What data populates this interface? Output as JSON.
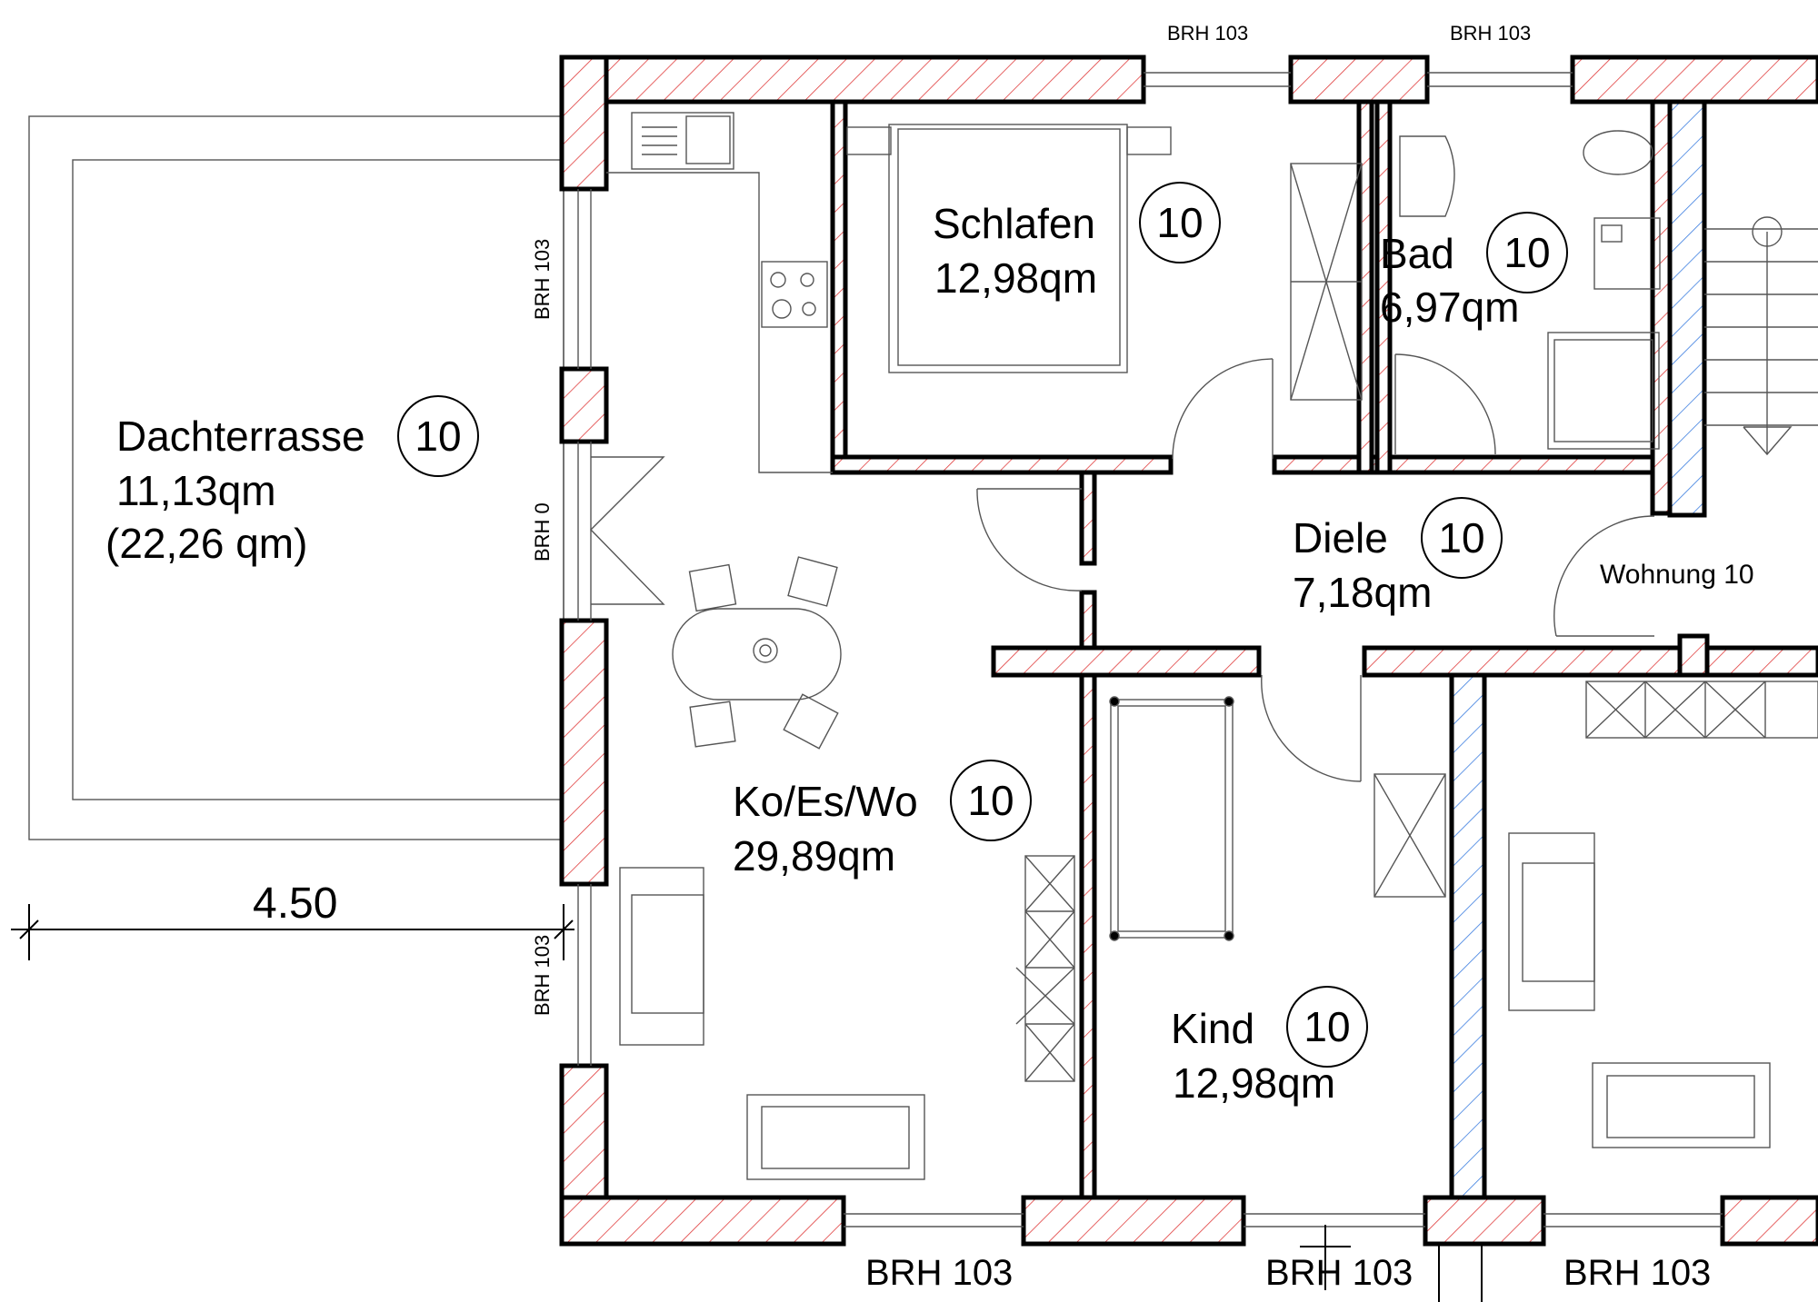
{
  "dimension": {
    "label": "4.50"
  },
  "brh_labels": {
    "top_left": "BRH 103",
    "top_right": "BRH 103",
    "left_upper": "BRH 103",
    "left_door": "BRH 0",
    "left_lower": "BRH 103",
    "bottom_left": "BRH 103",
    "bottom_mid": "BRH 103",
    "bottom_right": "BRH 103"
  },
  "rooms": [
    {
      "name": "Dachterrasse",
      "area": "11,13qm",
      "extra": "(22,26 qm)",
      "unit": "10"
    },
    {
      "name": "Schlafen",
      "area": "12,98qm",
      "unit": "10"
    },
    {
      "name": "Bad",
      "area": "6,97qm",
      "unit": "10"
    },
    {
      "name": "Diele",
      "area": "7,18qm",
      "unit": "10"
    },
    {
      "name": "Ko/Es/Wo",
      "area": "29,89qm",
      "unit": "10"
    },
    {
      "name": "Kind",
      "area": "12,98qm",
      "unit": "10"
    }
  ],
  "apartment_label": "Wohnung  10",
  "colors": {
    "wall_hatch": "#e03c3c",
    "neighbor_hatch": "#3c7ee0",
    "line": "#000000"
  }
}
